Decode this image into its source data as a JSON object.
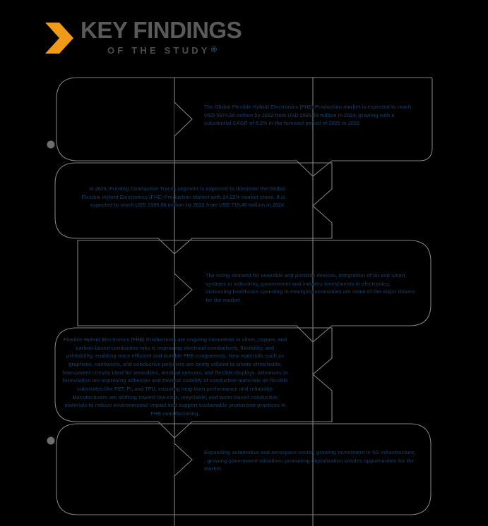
{
  "header": {
    "title": "KEY FINDINGS",
    "subtitle": "OF THE STUDY",
    "registered_mark": "®",
    "logo_icon": "orange-chevron-icon",
    "title_color": "#5a5a5a",
    "accent_color": "#ef9b18",
    "mark_color": "#11658f"
  },
  "theme": {
    "background": "#000000",
    "outline_color": "#808080",
    "text_color": "#12304f",
    "dot_color": "#6e6e6e"
  },
  "findings": [
    {
      "id": "finding-1",
      "align": "left",
      "text": "The Global Flexible Hybrid Electronics (FHE) Production market is expected to reach USD 5574.59 million by 2032 from USD 2985.48 million in 2024, growing with a substantial CAGR of 8.2% in the forecast period of 2025 to 2032"
    },
    {
      "id": "finding-2",
      "align": "right",
      "text": "In 2025, Printing Conductive Traces segment is expected to dominate the Global Flexible Hybrid Electronics (FHE) Production Market with 24.22% market share. It is expected to reach USD   1395.88  million by 2032 from USD 719.40 million in 2024."
    },
    {
      "id": "finding-3",
      "align": "left",
      "text": "The rising demand for wearable and portable devices, integration of Iot and smart systems in industries, government and industry investments in electronics, increasing healthcare spending in emerging economies are some of the major drivers for the market"
    },
    {
      "id": "finding-4",
      "align": "center",
      "text": "Flexible Hybrid Electronics (FHE) Productions are ongoing innovation in silver, copper, and carbon-based conductive inks is improving electrical conductivity, flexibility, and printability, enabling more efficient and durable FHE components. New materials such as graphene, nanowires, and conductive polymers are being utilized to create stretchable, transparent circuits ideal for wearables, medical sensors, and flexible displays. Advances in formulation are improving adhesion and thermal stability of conductive materials on flexible substrates like PET, PI, and TPU, ensuring long-term performance and reliability. Manufacturers are shifting toward low-cost, recyclable, and water-based conductive materials to reduce environmental impact and support sustainable production practices in FHE manufacturing."
    },
    {
      "id": "finding-5",
      "align": "left",
      "text": "Expanding automotive and aerospace sector, growing investment in 5G infrastructure, , growing government initiatives promoting digitalization creates opportunities for the market."
    }
  ]
}
